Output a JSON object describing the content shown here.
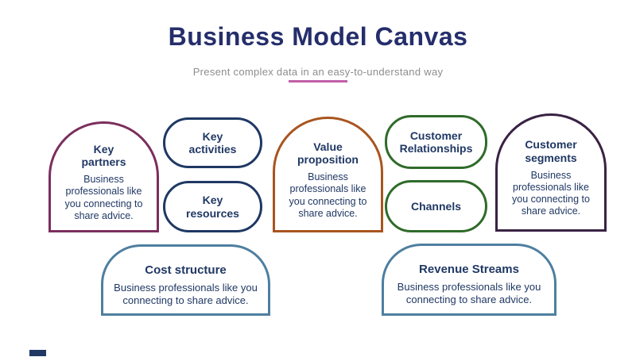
{
  "header": {
    "title": "Business Model Canvas",
    "subtitle": "Present complex data in an easy-to-understand way"
  },
  "colors": {
    "title_text": "#252e6b",
    "subtitle_text": "#8d8d8d",
    "accent_rule": "#c05fa8",
    "body_text": "#203864",
    "key_partners_border": "#7b2e5d",
    "key_activities_border": "#1f3864",
    "key_resources_border": "#1f3864",
    "value_proposition_border": "#a8551e",
    "customer_relationships_border": "#2f6b2a",
    "channels_border": "#2f6b2a",
    "customer_segments_border": "#392244",
    "cost_structure_border": "#4e7fa0",
    "revenue_streams_border": "#4e7fa0",
    "corner_tab": "#1f3864"
  },
  "blocks": {
    "key_partners": {
      "heading": "Key partners",
      "body": "Business professionals like you connecting to share advice."
    },
    "key_activities": {
      "heading": "Key activities"
    },
    "key_resources": {
      "heading": "Key resources"
    },
    "value_proposition": {
      "heading": "Value proposition",
      "body": "Business professionals like you connecting to share advice."
    },
    "customer_relationships": {
      "heading": "Customer Relationships"
    },
    "channels": {
      "heading": "Channels"
    },
    "customer_segments": {
      "heading": "Customer segments",
      "body": "Business professionals like you connecting to share advice."
    },
    "cost_structure": {
      "heading": "Cost structure",
      "body": "Business professionals like you connecting to share advice."
    },
    "revenue_streams": {
      "heading": "Revenue Streams",
      "body": "Business professionals like you connecting to share advice."
    }
  }
}
